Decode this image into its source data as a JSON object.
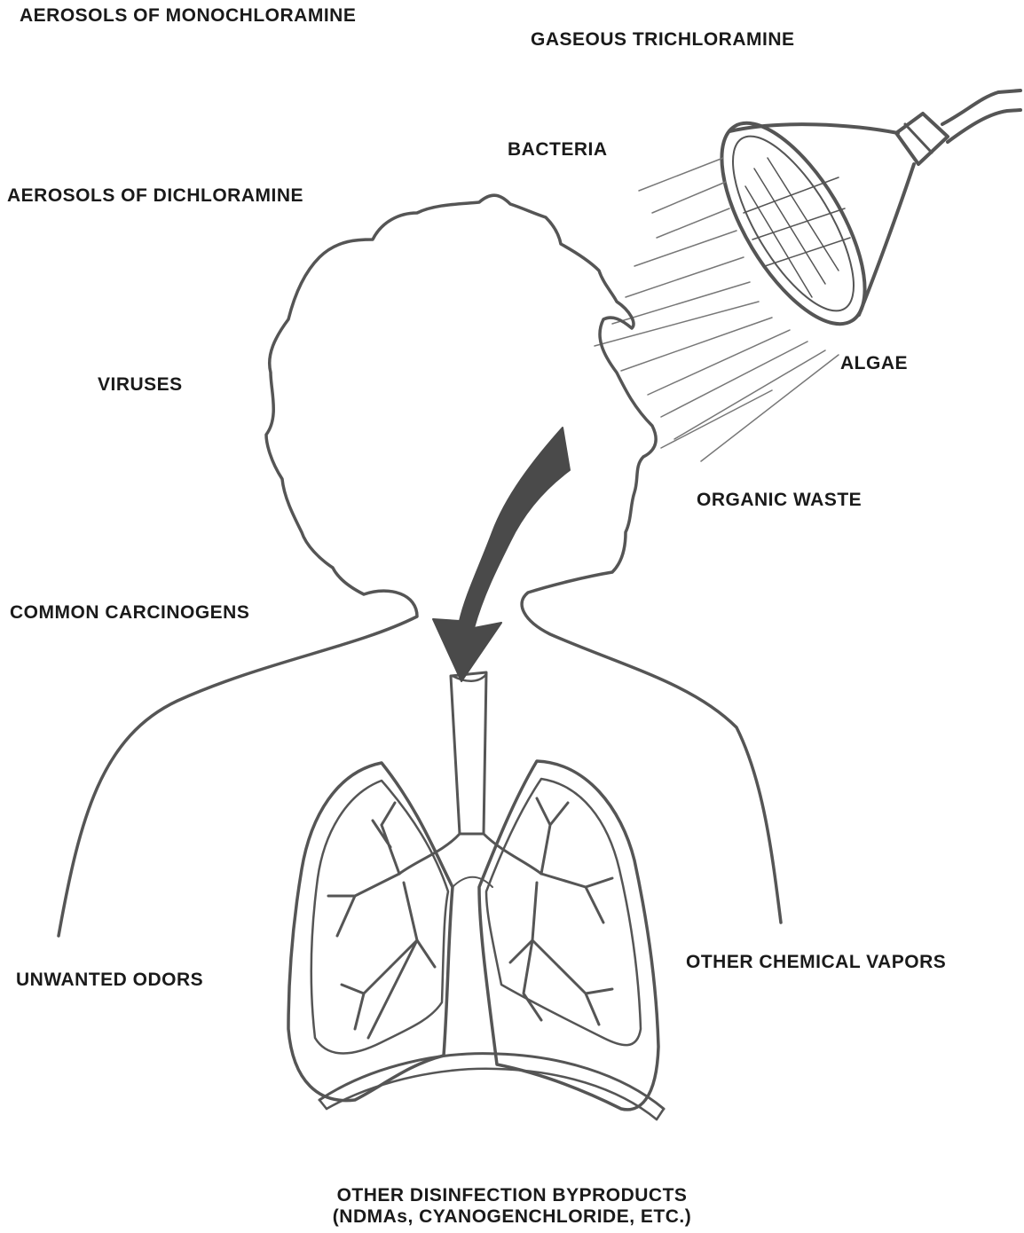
{
  "labels": {
    "aerosols_monochloramine": "AEROSOLS OF MONOCHLORAMINE",
    "gaseous_trichloramine": "GASEOUS TRICHLORAMINE",
    "bacteria": "BACTERIA",
    "aerosols_dichloramine": "AEROSOLS OF DICHLORAMINE",
    "viruses": "VIRUSES",
    "algae": "ALGAE",
    "organic_waste": "ORGANIC WASTE",
    "common_carcinogens": "COMMON CARCINOGENS",
    "unwanted_odors": "UNWANTED ODORS",
    "other_chemical_vapors": "OTHER CHEMICAL VAPORS",
    "disinfection_byproducts_line1": "OTHER DISINFECTION BYPRODUCTS",
    "disinfection_byproducts_line2": "(NDMAs, CYANOGENCHLORIDE, ETC.)"
  },
  "colors": {
    "ink": "#555555",
    "arrow": "#4a4a4a",
    "text": "#1a1a1a"
  },
  "icons": {
    "shower": "shower-head-icon",
    "arrow": "inhalation-arrow-icon"
  }
}
